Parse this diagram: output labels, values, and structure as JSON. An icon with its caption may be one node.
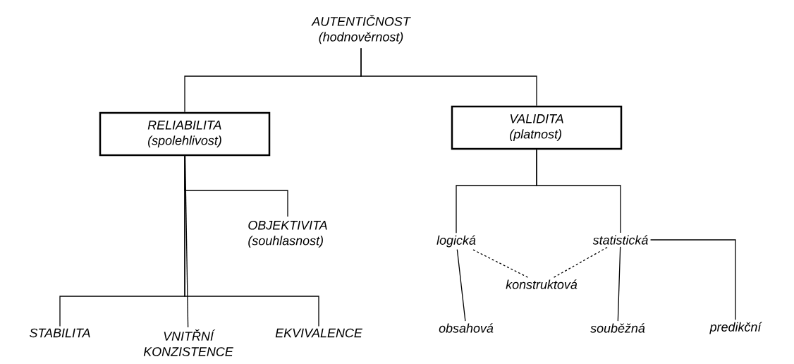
{
  "diagram": {
    "nodes": [
      {
        "text": [
          "AUTENTIČNOST",
          "(hodnověrnost)"
        ]
      },
      {
        "text": [
          "RELIABILITA",
          "(spolehlivost)"
        ]
      },
      {
        "text": [
          "VALIDITA",
          "(platnost)"
        ]
      },
      {
        "text": [
          "OBJEKTIVITA",
          "(souhlasnost)"
        ]
      },
      {
        "text": [
          "STABILITA"
        ]
      },
      {
        "text": [
          "VNITŘNÍ KONZISTENCE"
        ]
      },
      {
        "text": [
          "EKVIVALENCE"
        ]
      },
      {
        "text": [
          "logická"
        ]
      },
      {
        "text": [
          "statistická"
        ]
      },
      {
        "text": [
          "konstruktová"
        ]
      },
      {
        "text": [
          "obsahová"
        ]
      },
      {
        "text": [
          "souběžná"
        ]
      },
      {
        "text": [
          "predikční"
        ]
      }
    ],
    "edges": [
      {
        "from": 0,
        "to": 1,
        "arrow": "none"
      },
      {
        "from": 0,
        "to": 2,
        "arrow": "none"
      },
      {
        "from": 1,
        "to": 3,
        "arrow": "none"
      },
      {
        "from": 1,
        "to": 4,
        "arrow": "none"
      },
      {
        "from": 1,
        "to": 5,
        "arrow": "none"
      },
      {
        "from": 1,
        "to": 6,
        "arrow": "none"
      },
      {
        "from": 2,
        "to": 7,
        "arrow": "none"
      },
      {
        "from": 2,
        "to": 8,
        "arrow": "none"
      },
      {
        "from": 7,
        "to": 10,
        "arrow": "none"
      },
      {
        "from": 8,
        "to": 11,
        "arrow": "none"
      },
      {
        "from": 8,
        "to": 12,
        "arrow": "none"
      },
      {
        "from": 9,
        "to": 7,
        "arrow": "none",
        "style": "dashed"
      },
      {
        "from": 9,
        "to": 8,
        "arrow": "none",
        "style": "dashed"
      }
    ]
  }
}
